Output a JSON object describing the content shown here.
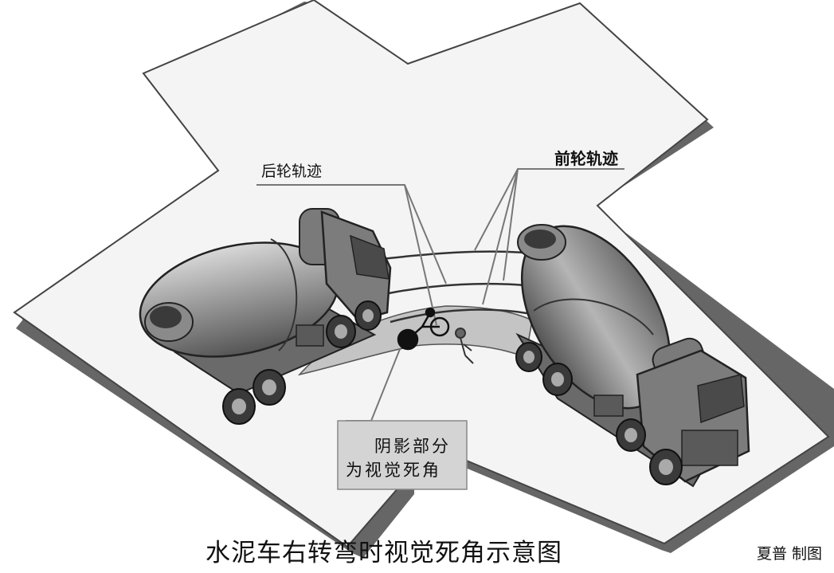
{
  "labels": {
    "rear_wheel_track": "后轮轨迹",
    "front_wheel_track": "前轮轨迹",
    "shadow_line1": "阴影部分",
    "shadow_line2": "为视觉死角"
  },
  "title": "水泥车右转弯时视觉死角示意图",
  "credit": "夏普 制图",
  "colors": {
    "road": "#f3f3f3",
    "road_edge": "#555555",
    "blind_zone": "#c9c9c9",
    "label_box": "#d6d6d6",
    "truck_body": "#9a9a9a",
    "truck_dark": "#5a5a5a"
  },
  "icons": [
    "cement-mixer-truck-icon",
    "cyclist-icon",
    "pedestrian-icon"
  ]
}
